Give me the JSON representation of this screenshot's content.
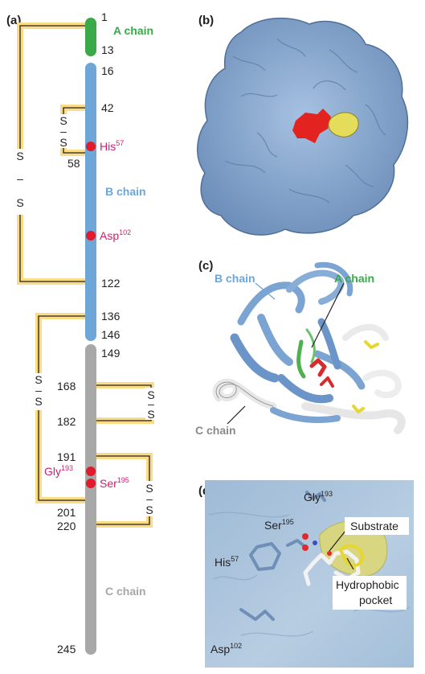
{
  "panels": {
    "a": "(a)",
    "b": "(b)",
    "c": "(c)",
    "d": "(d)"
  },
  "colors": {
    "a_chain": "#3aa94a",
    "b_chain": "#6ea6d8",
    "c_chain": "#a8a8a8",
    "disulfide": "#fbdc86",
    "residue": "#e01c2c",
    "residue_text": "#cc1f6f",
    "surface": "#8eaed3",
    "hydrophobic_pocket": "#e5dc5c"
  },
  "panel_a": {
    "chains": {
      "a": {
        "label": "A chain"
      },
      "b": {
        "label": "B chain"
      },
      "c": {
        "label": "C chain"
      }
    },
    "numbers": {
      "n1": "1",
      "n13": "13",
      "n16": "16",
      "n42": "42",
      "n58": "58",
      "n122": "122",
      "n136": "136",
      "n146": "146",
      "n149": "149",
      "n168": "168",
      "n182": "182",
      "n191": "191",
      "n201": "201",
      "n220": "220",
      "n245": "245"
    },
    "ss": {
      "s": "S",
      "dash": "–"
    },
    "residues": {
      "his": {
        "name": "His",
        "num": "57"
      },
      "asp": {
        "name": "Asp",
        "num": "102"
      },
      "gly": {
        "name": "Gly",
        "num": "193"
      },
      "ser": {
        "name": "Ser",
        "num": "195"
      }
    }
  },
  "panel_c": {
    "b_chain": "B chain",
    "a_chain": "A chain",
    "c_chain": "C chain"
  },
  "panel_d": {
    "gly": {
      "name": "Gly",
      "num": "193"
    },
    "ser": {
      "name": "Ser",
      "num": "195"
    },
    "his": {
      "name": "His",
      "num": "57"
    },
    "asp": {
      "name": "Asp",
      "num": "102"
    },
    "substrate": "Substrate",
    "pocket_1": "Hydrophobic",
    "pocket_2": "pocket"
  }
}
